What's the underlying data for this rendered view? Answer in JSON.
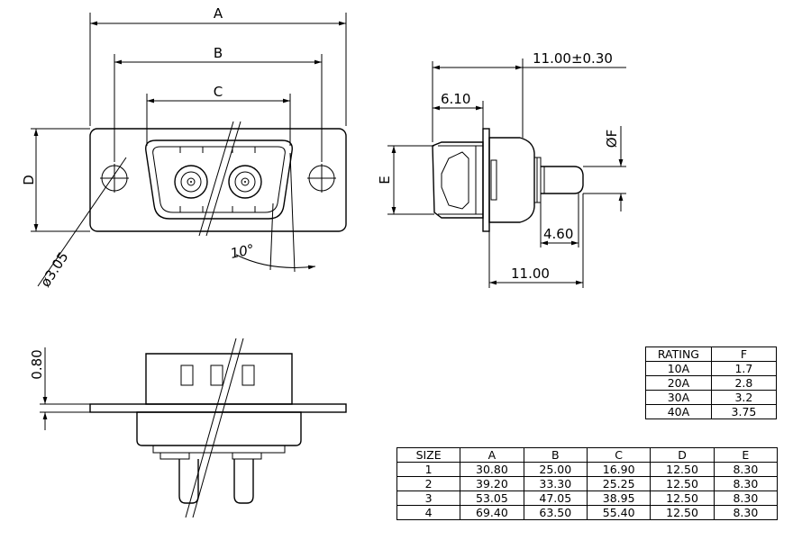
{
  "dimensions": {
    "A": "A",
    "B": "B",
    "C": "C",
    "D": "D",
    "E": "E",
    "F": "ØF",
    "hole": "ø3.05",
    "angle": "10°",
    "total_length": "11.00±0.30",
    "flange_offset": "6.10",
    "pin_length": "4.60",
    "body_length": "11.00",
    "flange_thickness": "0.80"
  },
  "rating_table": {
    "headers": [
      "RATING",
      "F"
    ],
    "rows": [
      [
        "10A",
        "1.7"
      ],
      [
        "20A",
        "2.8"
      ],
      [
        "30A",
        "3.2"
      ],
      [
        "40A",
        "3.75"
      ]
    ]
  },
  "size_table": {
    "headers": [
      "SIZE",
      "A",
      "B",
      "C",
      "D",
      "E"
    ],
    "rows": [
      [
        "1",
        "30.80",
        "25.00",
        "16.90",
        "12.50",
        "8.30"
      ],
      [
        "2",
        "39.20",
        "33.30",
        "25.25",
        "12.50",
        "8.30"
      ],
      [
        "3",
        "53.05",
        "47.05",
        "38.95",
        "12.50",
        "8.30"
      ],
      [
        "4",
        "69.40",
        "63.50",
        "55.40",
        "12.50",
        "8.30"
      ]
    ]
  }
}
